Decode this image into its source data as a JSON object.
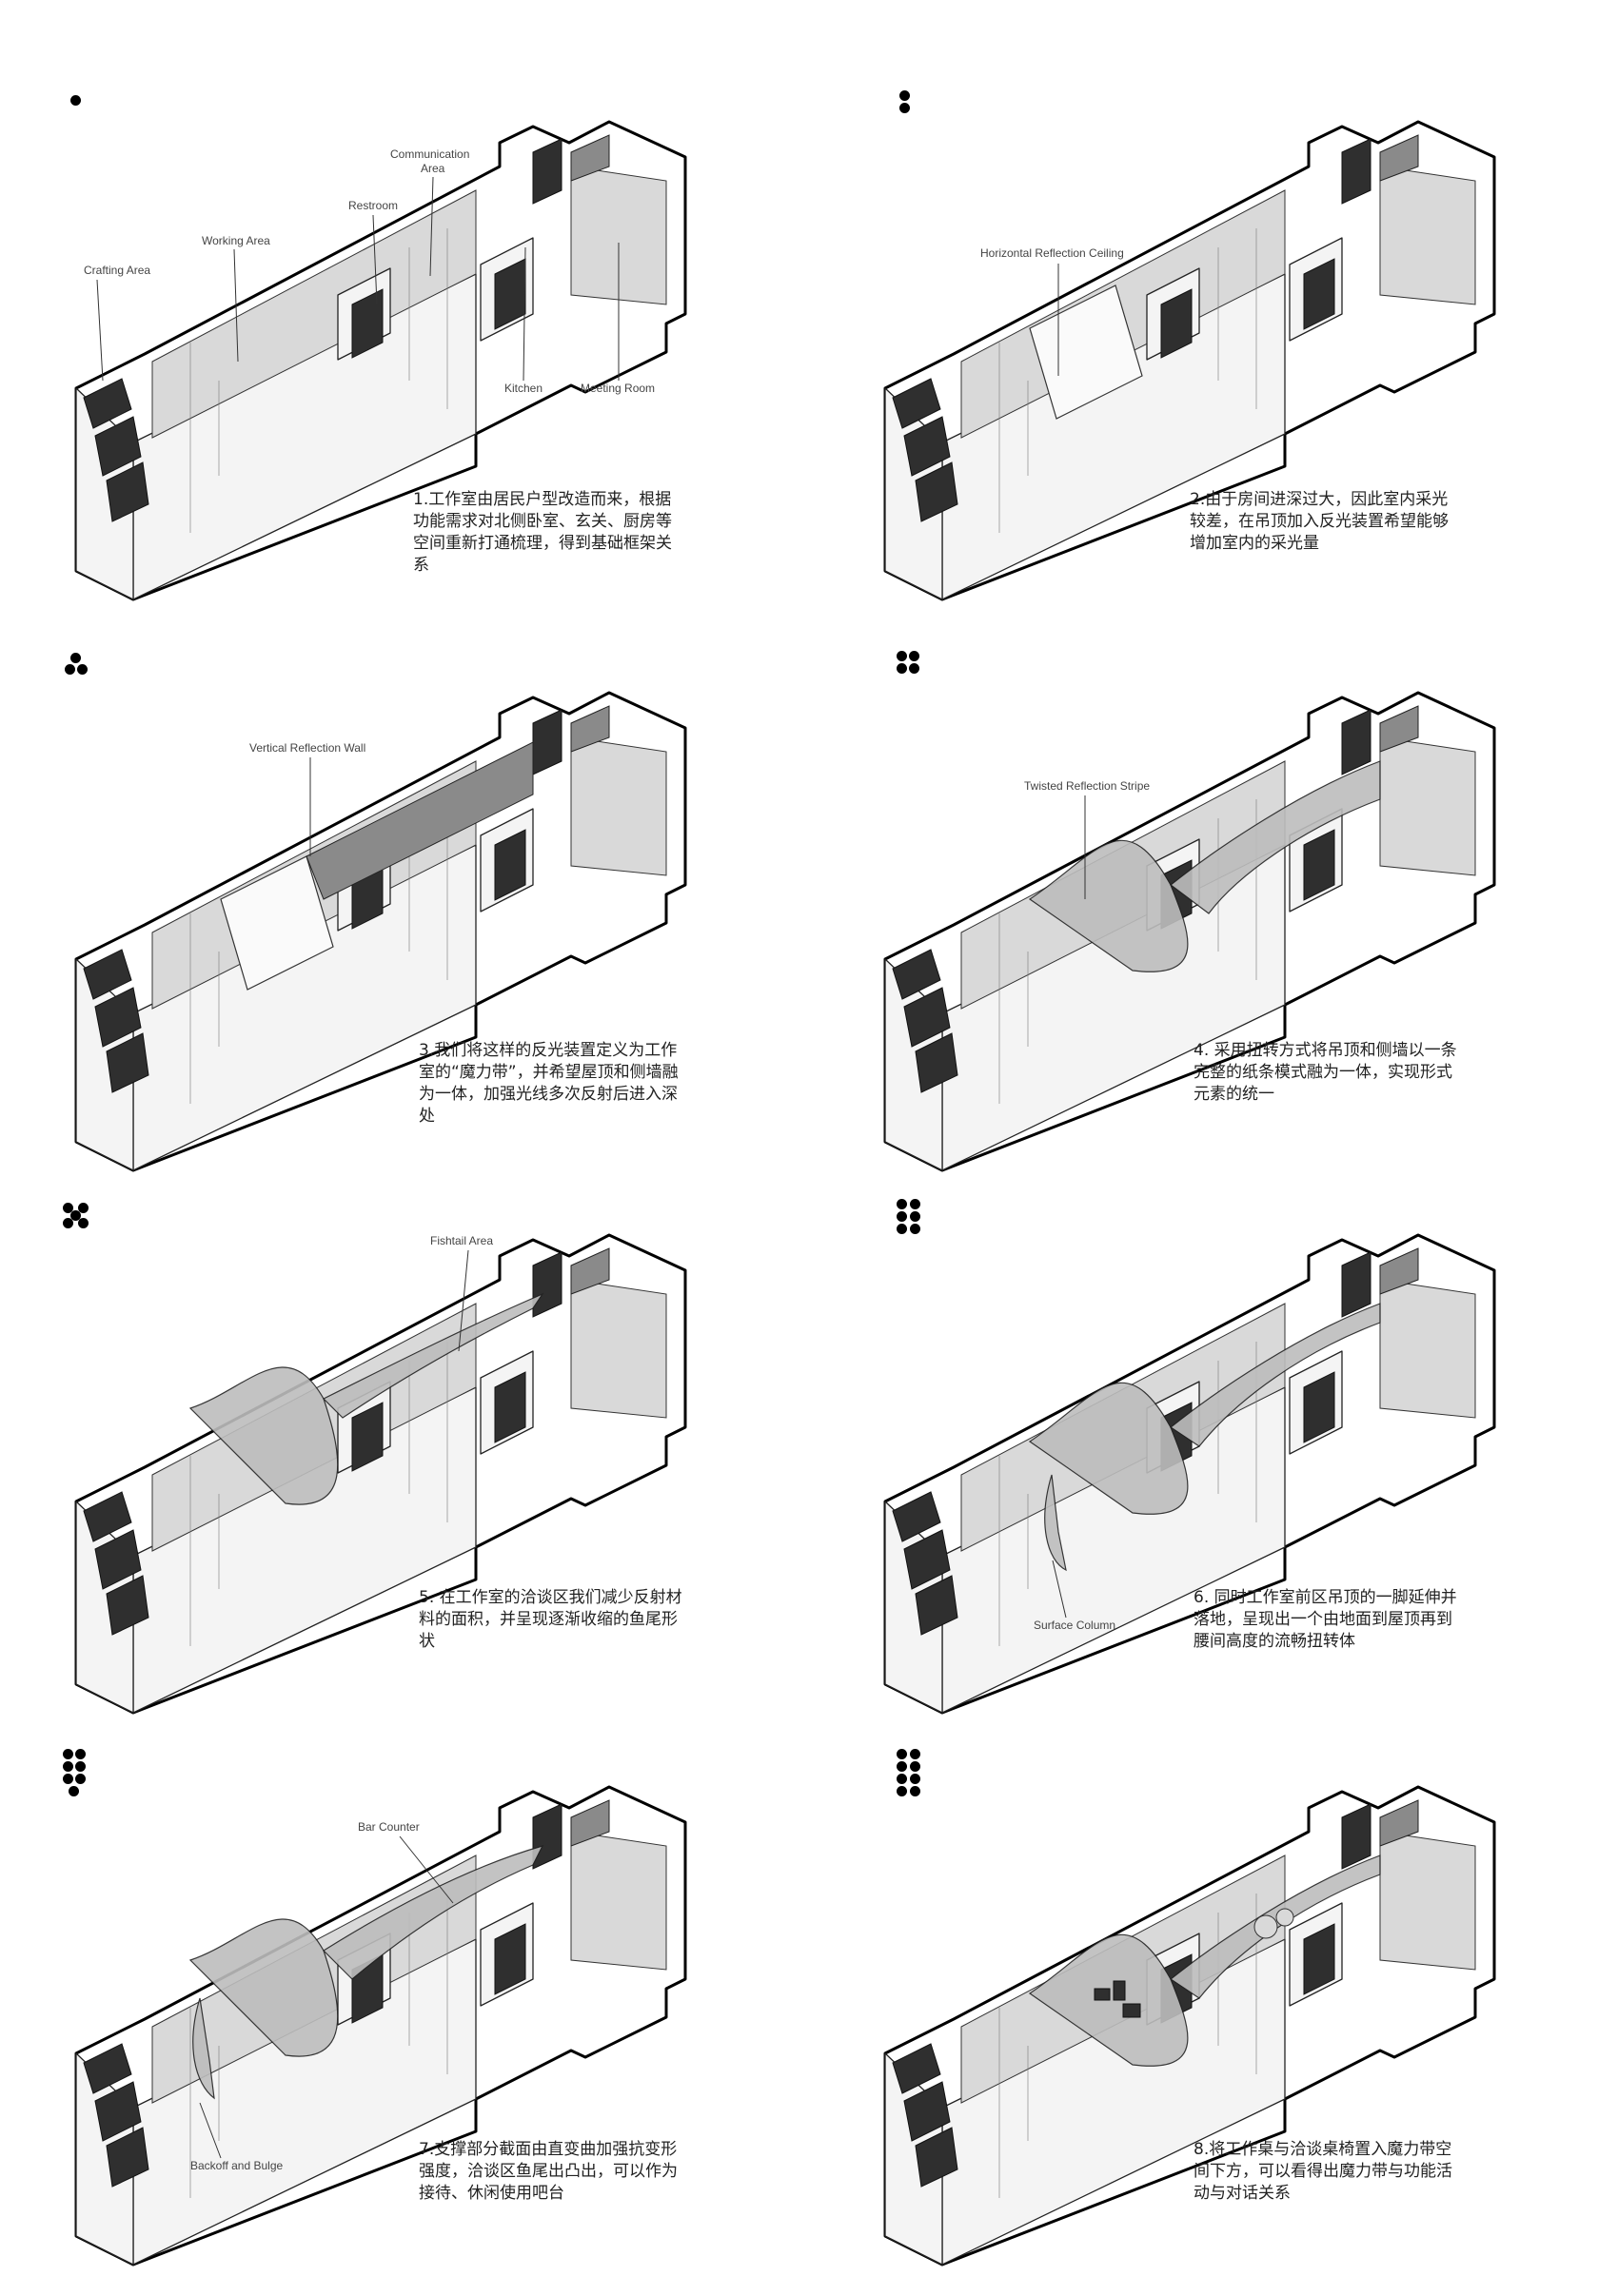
{
  "panels": [
    {
      "caption": "1.工作室由居民户型改造而来，根据\n功能需求对北侧卧室、玄关、厨房等\n空间重新打通梳理，得到基础框架关\n系",
      "dot_count": 1,
      "labels": {
        "crafting": "Crafting Area",
        "working": "Working Area",
        "restroom": "Restroom",
        "communication_1": "Communication",
        "communication_2": "Area",
        "kitchen": "Kitchen",
        "meeting": "Meeting Room"
      }
    },
    {
      "caption": "2.由于房间进深过大，因此室内采光\n较差，在吊顶加入反光装置希望能够\n增加室内的采光量",
      "dot_count": 2,
      "labels": {
        "main": "Horizontal Reflection Ceiling"
      }
    },
    {
      "caption": "3.我们将这样的反光装置定义为工作\n室的“魔力带”，并希望屋顶和侧墙融\n为一体，加强光线多次反射后进入深\n处",
      "dot_count": 3,
      "labels": {
        "main": "Vertical Reflection Wall"
      }
    },
    {
      "caption": "4. 采用扭转方式将吊顶和侧墙以一条\n完整的纸条模式融为一体，实现形式\n元素的统一",
      "dot_count": 4,
      "labels": {
        "main": "Twisted Reflection Stripe"
      }
    },
    {
      "caption": "5. 在工作室的洽谈区我们减少反射材\n料的面积，并呈现逐渐收缩的鱼尾形\n状",
      "dot_count": 5,
      "labels": {
        "main": "Fishtail Area"
      }
    },
    {
      "caption": "6. 同时工作室前区吊顶的一脚延伸并\n落地，呈现出一个由地面到屋顶再到\n腰间高度的流畅扭转体",
      "dot_count": 6,
      "labels": {
        "main": "Surface Column"
      }
    },
    {
      "caption": "7.支撑部分截面由直变曲加强抗变形\n强度，洽谈区鱼尾出凸出，可以作为\n接待、休闲使用吧台",
      "dot_count": 7,
      "labels": {
        "main": "Bar Counter",
        "second": "Backoff and Bulge"
      }
    },
    {
      "caption": "8.将工作桌与洽谈桌椅置入魔力带空\n间下方，可以看得出魔力带与功能活\n动与对话关系",
      "dot_count": 8,
      "labels": {}
    }
  ]
}
